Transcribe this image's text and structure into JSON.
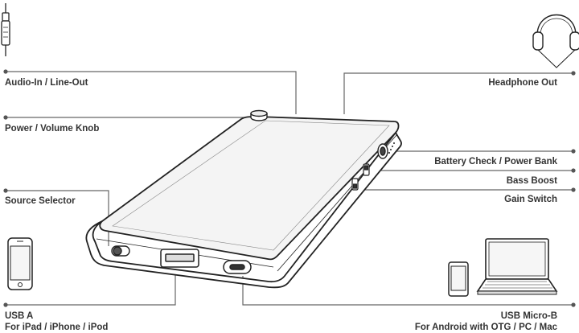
{
  "labels": {
    "audio_in": "Audio-In / Line-Out",
    "power_volume": "Power / Volume Knob",
    "source_selector": "Source Selector",
    "usb_a_line1": "USB A",
    "usb_a_line2": "For iPad / iPhone / iPod",
    "headphone_out": "Headphone Out",
    "battery_check": "Battery Check / Power Bank",
    "bass_boost": "Bass Boost",
    "gain_switch": "Gain Switch",
    "usb_micro_line1": "USB Micro-B",
    "usb_micro_line2": "For Android with OTG / PC / Mac"
  },
  "icons": [
    "audio-jack-icon",
    "headphones-icon",
    "smartphone-icon",
    "tablet-icon",
    "laptop-icon",
    "amplifier-device"
  ],
  "colors": {
    "line": "#555555",
    "text": "#333333",
    "device_stroke": "#222222",
    "device_fill": "#f4f4f4"
  }
}
